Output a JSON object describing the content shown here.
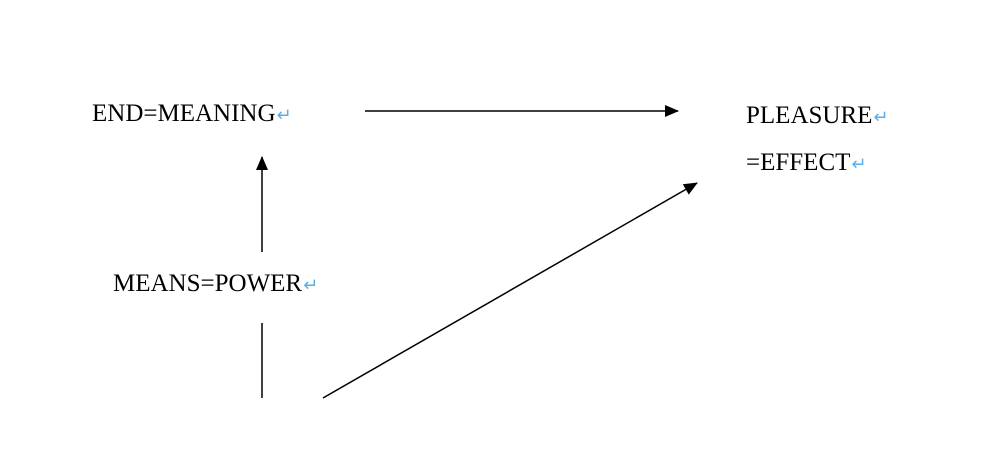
{
  "nodes": {
    "end": "END=MEANING",
    "means": "MEANS=POWER",
    "pleasure_line1": "PLEASURE",
    "pleasure_line2": "=EFFECT"
  },
  "paragraph_mark": "↵",
  "colors": {
    "text": "#000000",
    "paragraph_mark": "#5aaeea"
  }
}
